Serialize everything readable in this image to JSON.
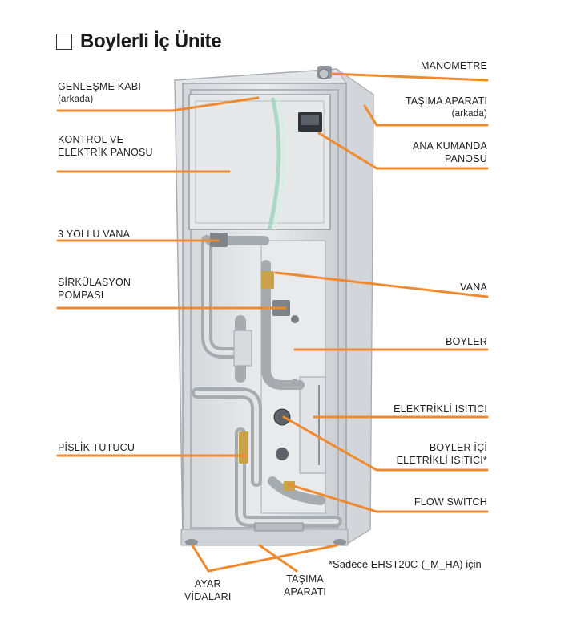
{
  "title": "Boylerli İç Ünite",
  "labels_left": {
    "genlesme_kabi": "GENLEŞME KABI",
    "genlesme_kabi_sub": "(arkada)",
    "kontrol_1": "KONTROL VE",
    "kontrol_2": "ELEKTRİK PANOSU",
    "vana3": "3 YOLLU VANA",
    "sirk_1": "SİRKÜLASYON",
    "sirk_2": "POMPASI",
    "pislik": "PİSLİK TUTUCU"
  },
  "labels_right": {
    "manometre": "MANOMETRE",
    "tasima_ap": "TAŞIMA APARATI",
    "tasima_ap_sub": "(arkada)",
    "ana_1": "ANA KUMANDA",
    "ana_2": "PANOSU",
    "vana": "VANA",
    "boyler": "BOYLER",
    "elektrikli": "ELEKTRİKLİ ISITICI",
    "boyler_ici_1": "BOYLER İÇİ",
    "boyler_ici_2": "ELETRİKLİ ISITICI*",
    "flow": "FLOW SWITCH"
  },
  "labels_bottom": {
    "ayar_1": "AYAR",
    "ayar_2": "VİDALARI",
    "tasima_1": "TAŞIMA",
    "tasima_2": "APARATI"
  },
  "note": "*Sadece EHST20C-(_M_HA) için",
  "colors": {
    "leader": "#ef8a2e",
    "panel": "#b9bcc0",
    "glass": "#cfe6dc"
  }
}
